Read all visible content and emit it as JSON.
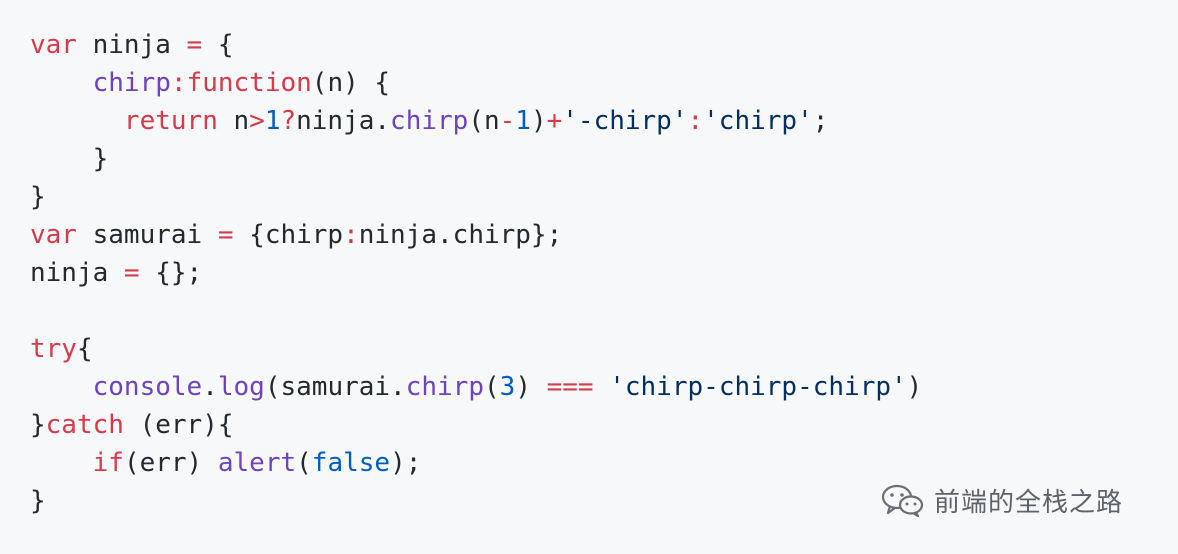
{
  "code": {
    "language": "javascript",
    "lines": [
      [
        {
          "t": "var",
          "c": "kw"
        },
        {
          "t": " ninja ",
          "c": "pl"
        },
        {
          "t": "=",
          "c": "kw"
        },
        {
          "t": " {",
          "c": "pl"
        }
      ],
      [
        {
          "t": "    ",
          "c": "pl"
        },
        {
          "t": "chirp",
          "c": "fn"
        },
        {
          "t": ":",
          "c": "kw"
        },
        {
          "t": "function",
          "c": "kw"
        },
        {
          "t": "(n) {",
          "c": "pl"
        }
      ],
      [
        {
          "t": "      ",
          "c": "pl"
        },
        {
          "t": "return",
          "c": "kw"
        },
        {
          "t": " n",
          "c": "pl"
        },
        {
          "t": ">",
          "c": "kw"
        },
        {
          "t": "1",
          "c": "num"
        },
        {
          "t": "?",
          "c": "kw"
        },
        {
          "t": "ninja.",
          "c": "pl"
        },
        {
          "t": "chirp",
          "c": "fn"
        },
        {
          "t": "(n",
          "c": "pl"
        },
        {
          "t": "-",
          "c": "kw"
        },
        {
          "t": "1",
          "c": "num"
        },
        {
          "t": ")",
          "c": "pl"
        },
        {
          "t": "+",
          "c": "kw"
        },
        {
          "t": "'-chirp'",
          "c": "str"
        },
        {
          "t": ":",
          "c": "kw"
        },
        {
          "t": "'chirp'",
          "c": "str"
        },
        {
          "t": ";",
          "c": "pl"
        }
      ],
      [
        {
          "t": "    }",
          "c": "pl"
        }
      ],
      [
        {
          "t": "}",
          "c": "pl"
        }
      ],
      [
        {
          "t": "var",
          "c": "kw"
        },
        {
          "t": " samurai ",
          "c": "pl"
        },
        {
          "t": "=",
          "c": "kw"
        },
        {
          "t": " {chirp",
          "c": "pl"
        },
        {
          "t": ":",
          "c": "kw"
        },
        {
          "t": "ninja.chirp};",
          "c": "pl"
        }
      ],
      [
        {
          "t": "ninja ",
          "c": "pl"
        },
        {
          "t": "=",
          "c": "kw"
        },
        {
          "t": " {};",
          "c": "pl"
        }
      ],
      [],
      [
        {
          "t": "try",
          "c": "kw"
        },
        {
          "t": "{",
          "c": "pl"
        }
      ],
      [
        {
          "t": "    ",
          "c": "pl"
        },
        {
          "t": "console",
          "c": "fn"
        },
        {
          "t": ".",
          "c": "pl"
        },
        {
          "t": "log",
          "c": "fn"
        },
        {
          "t": "(samurai.",
          "c": "pl"
        },
        {
          "t": "chirp",
          "c": "fn"
        },
        {
          "t": "(",
          "c": "pl"
        },
        {
          "t": "3",
          "c": "num"
        },
        {
          "t": ") ",
          "c": "pl"
        },
        {
          "t": "===",
          "c": "kw"
        },
        {
          "t": " ",
          "c": "pl"
        },
        {
          "t": "'chirp-chirp-chirp'",
          "c": "str"
        },
        {
          "t": ")",
          "c": "pl"
        }
      ],
      [
        {
          "t": "}",
          "c": "pl"
        },
        {
          "t": "catch",
          "c": "kw"
        },
        {
          "t": " (err){",
          "c": "pl"
        }
      ],
      [
        {
          "t": "    ",
          "c": "pl"
        },
        {
          "t": "if",
          "c": "kw"
        },
        {
          "t": "(err) ",
          "c": "pl"
        },
        {
          "t": "alert",
          "c": "fn"
        },
        {
          "t": "(",
          "c": "pl"
        },
        {
          "t": "false",
          "c": "num"
        },
        {
          "t": ");",
          "c": "pl"
        }
      ],
      [
        {
          "t": "}",
          "c": "pl"
        }
      ]
    ]
  },
  "watermark": {
    "text": "前端的全栈之路",
    "icon": "wechat-icon"
  }
}
